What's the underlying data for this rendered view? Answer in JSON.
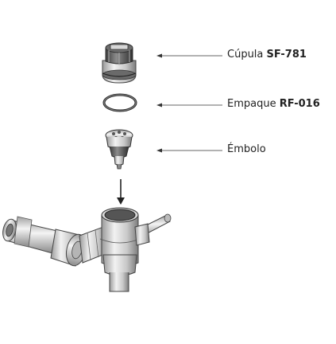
{
  "callouts": [
    {
      "name": "Cúpula",
      "code": "SF-781"
    },
    {
      "name": "Empaque",
      "code": "RF-016"
    },
    {
      "name": "Émbolo",
      "code": ""
    }
  ]
}
